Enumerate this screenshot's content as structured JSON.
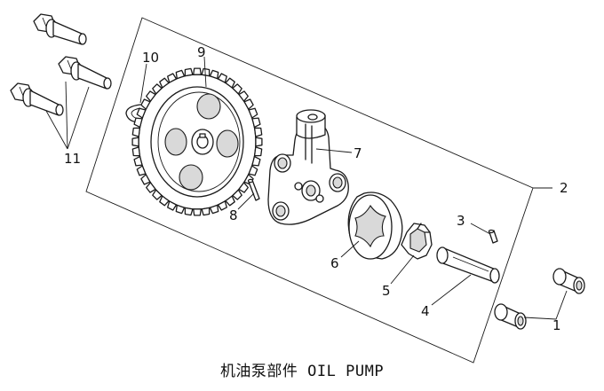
{
  "title": "机油泵部件 OIL PUMP",
  "callouts": [
    "1",
    "2",
    "3",
    "4",
    "5",
    "6",
    "7",
    "8",
    "9",
    "10",
    "11"
  ],
  "parts": [
    {
      "number": "1",
      "icon": "bushing-pair-icon"
    },
    {
      "number": "2",
      "icon": "assembly-frame-icon"
    },
    {
      "number": "3",
      "icon": "pin-icon"
    },
    {
      "number": "4",
      "icon": "shaft-icon"
    },
    {
      "number": "5",
      "icon": "inner-rotor-icon"
    },
    {
      "number": "6",
      "icon": "outer-rotor-icon"
    },
    {
      "number": "7",
      "icon": "pump-body-icon"
    },
    {
      "number": "8",
      "icon": "dowel-pin-icon"
    },
    {
      "number": "9",
      "icon": "gear-icon"
    },
    {
      "number": "10",
      "icon": "circlip-icon"
    },
    {
      "number": "11",
      "icon": "flange-bolt-icon"
    }
  ],
  "colors": {
    "line": "#1a1a1a",
    "background": "#ffffff",
    "shade": "#d9d9d9"
  }
}
